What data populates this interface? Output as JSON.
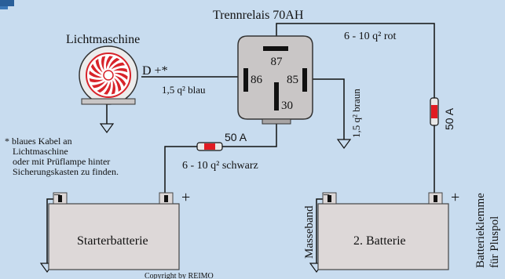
{
  "diagram": {
    "relay_title": "Trennrelais 70AH",
    "alternator_label": "Lichtmaschine",
    "d_plus_label": "D +*",
    "relay_pins": [
      "87",
      "86",
      "85",
      "30"
    ],
    "wire_blue": "1,5 q² blau",
    "wire_red": "6 - 10 q² rot",
    "wire_brown": "1,5 q² braun",
    "fuse_left": "50 A",
    "fuse_right": "50 A",
    "wire_black": "6 - 10 q² schwarz",
    "note_lines": [
      "* blaues Kabel an",
      "Lichtmaschine",
      "oder mit Prüflampe hinter",
      "Sicherungskasten zu finden."
    ],
    "battery_starter": "Starterbatterie",
    "battery_second": "2. Batterie",
    "masseband": "Masseband",
    "clamp_line1": "Batterieklemme",
    "clamp_line2": "für Pluspol",
    "plus_sign": "+",
    "minus_sign": "−",
    "copyright": "Copyright by REIMO"
  },
  "colors": {
    "background": "#c8dcef",
    "battery": "#ddd8d8",
    "relay": "#c9c6c6",
    "alternator_red": "#d8232a",
    "fuse_red": "#e11b22"
  }
}
